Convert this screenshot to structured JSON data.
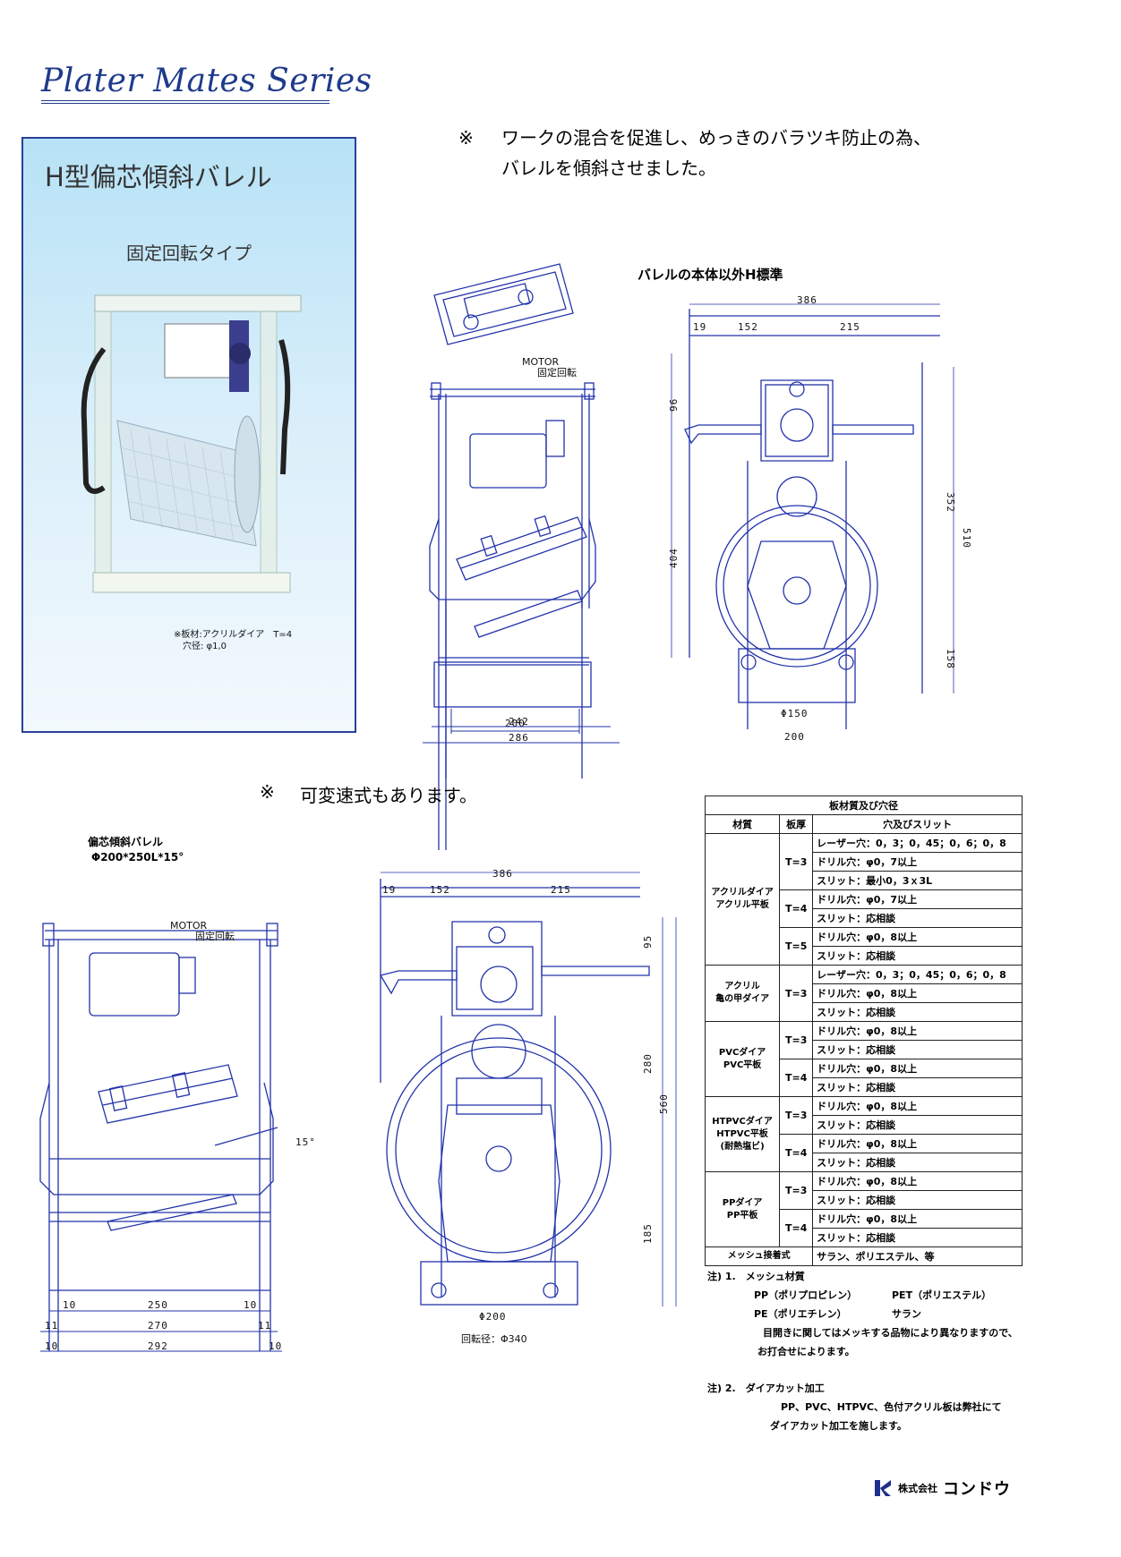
{
  "header": {
    "series_title": "Plater Mates Series"
  },
  "product": {
    "title": "H型偏芯傾斜バレル",
    "subtitle": "固定回転タイプ",
    "photo_note_line1": "※板材:アクリルダイア　T=4",
    "photo_note_line2": "穴径: φ1,0"
  },
  "notes": {
    "mark": "※",
    "top_line1": "ワークの混合を促進し、めっきのバラツキ防止の為、",
    "top_line2": "バレルを傾斜させました。",
    "variable_speed": "可変速式もあります。"
  },
  "drawing_top": {
    "caption": "バレルの本体以外H標準",
    "motor_label": "MOTOR",
    "motor_sub": "固定回転",
    "dim_200": "200",
    "dim_242": "242",
    "dim_286": "286",
    "dim_386": "386",
    "dim_19": "19",
    "dim_152": "152",
    "dim_215": "215",
    "dim_96": "96",
    "dim_352": "352",
    "dim_510": "510",
    "dim_404": "404",
    "dim_158": "158",
    "dim_phi150": "Φ150",
    "dim_200b": "200"
  },
  "drawing_bottom": {
    "caption_line1": "偏芯傾斜バレル",
    "caption_line2": "Φ200*250L*15°",
    "motor_label": "MOTOR",
    "motor_sub": "固定回転",
    "angle": "15°",
    "dim_10a": "10",
    "dim_250": "250",
    "dim_10b": "10",
    "dim_11a": "11",
    "dim_270": "270",
    "dim_11b": "11",
    "dim_10c": "10",
    "dim_292": "292",
    "dim_10d": "10",
    "dim_386": "386",
    "dim_19": "19",
    "dim_152": "152",
    "dim_215": "215",
    "dim_95": "95",
    "dim_280": "280",
    "dim_560": "560",
    "dim_185": "185",
    "dim_phi200": "Φ200",
    "rotation_diameter": "回転径：Φ340"
  },
  "spec_table": {
    "title": "板材質及び穴径",
    "headers": [
      "材質",
      "板厚",
      "穴及びスリット"
    ],
    "groups": [
      {
        "material": "アクリルダイア\nアクリル平板",
        "rows": [
          {
            "thk": "T=3",
            "spec": "レーザー穴：0，3；0，45；0，6；0，8"
          },
          {
            "thk": "",
            "spec": "ドリル穴：φ0，7以上"
          },
          {
            "thk": "",
            "spec": "スリット：最小0，3ｘ3L"
          },
          {
            "thk": "T=4",
            "spec": "ドリル穴：φ0，7以上"
          },
          {
            "thk": "",
            "spec": "スリット：応相談"
          },
          {
            "thk": "T=5",
            "spec": "ドリル穴：φ0，8以上"
          },
          {
            "thk": "",
            "spec": "スリット：応相談"
          }
        ]
      },
      {
        "material": "アクリル\n亀の甲ダイア",
        "rows": [
          {
            "thk": "T=3",
            "spec": "レーザー穴：0，3；0，45；0，6；0，8"
          },
          {
            "thk": "",
            "spec": "ドリル穴：φ0，8以上"
          },
          {
            "thk": "",
            "spec": "スリット：応相談"
          }
        ]
      },
      {
        "material": "PVCダイア\nPVC平板",
        "rows": [
          {
            "thk": "T=3",
            "spec": "ドリル穴：φ0，8以上"
          },
          {
            "thk": "",
            "spec": "スリット：応相談"
          },
          {
            "thk": "T=4",
            "spec": "ドリル穴：φ0，8以上"
          },
          {
            "thk": "",
            "spec": "スリット：応相談"
          }
        ]
      },
      {
        "material": "HTPVCダイア\nHTPVC平板\n(耐熱塩ビ)",
        "rows": [
          {
            "thk": "T=3",
            "spec": "ドリル穴：φ0，8以上"
          },
          {
            "thk": "",
            "spec": "スリット：応相談"
          },
          {
            "thk": "T=4",
            "spec": "ドリル穴：φ0，8以上"
          },
          {
            "thk": "",
            "spec": "スリット：応相談"
          }
        ]
      },
      {
        "material": "PPダイア\nPP平板",
        "rows": [
          {
            "thk": "T=3",
            "spec": "ドリル穴：φ0，8以上"
          },
          {
            "thk": "",
            "spec": "スリット：応相談"
          },
          {
            "thk": "T=4",
            "spec": "ドリル穴：φ0，8以上"
          },
          {
            "thk": "",
            "spec": "スリット：応相談"
          }
        ]
      }
    ],
    "mesh_label": "メッシュ接着式",
    "mesh_value": "サラン、ポリエステル、等"
  },
  "footnotes": {
    "n1_title": "注) 1.　メッシュ材質",
    "n1_pp": "PP（ポリプロピレン）",
    "n1_pet": "PET（ポリエステル）",
    "n1_pe": "PE（ポリエチレン）",
    "n1_saran": "サラン",
    "n1_line3": "目開きに関してはメッキする品物により異なりますので、",
    "n1_line4": "お打合せによります。",
    "n2_title": "注) 2.　ダイアカット加工",
    "n2_line1": "PP、PVC、HTPVC、色付アクリル板は弊社にて",
    "n2_line2": "ダイアカット加工を施します。"
  },
  "company": {
    "prefix": "株式会社",
    "name": "コンドウ"
  },
  "colors": {
    "line": "#2233aa",
    "title": "#1e3a8c"
  }
}
